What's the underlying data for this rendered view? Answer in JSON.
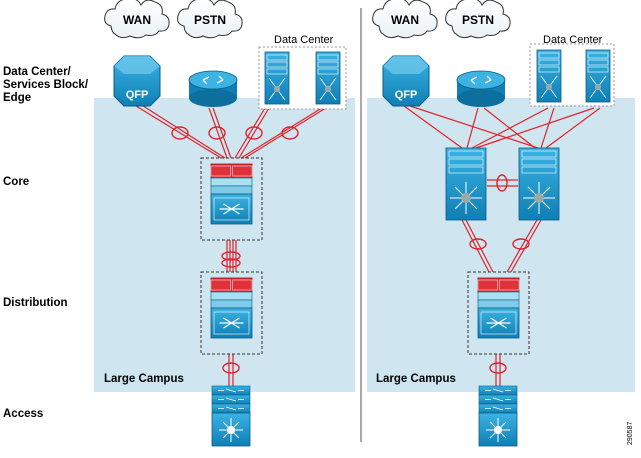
{
  "tiers": {
    "edge": [
      "Data Center/",
      "Services Block/",
      "Edge"
    ],
    "core": "Core",
    "distribution": "Distribution",
    "access": "Access"
  },
  "clouds": {
    "wan": "WAN",
    "pstn": "PSTN"
  },
  "left_design": {
    "router_label": "QFP",
    "data_center_label": "Data Center",
    "campus_label": "Large Campus"
  },
  "right_design": {
    "router_label": "QFP",
    "data_center_label": "Data Center",
    "campus_label": "Large Campus"
  },
  "figure_id": "290587",
  "colors": {
    "campus_area": "#cfe5ef",
    "device_blue": "#1a9ad0",
    "device_dark": "#0d6f9e",
    "link_red": "#e0232b",
    "linecard_red": "#e03038"
  }
}
